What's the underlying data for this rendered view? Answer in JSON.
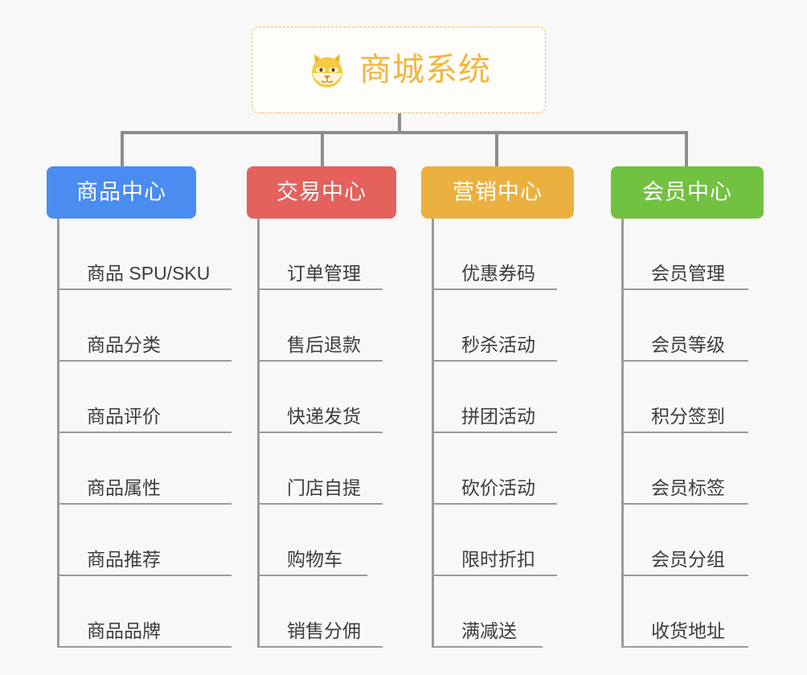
{
  "diagram": {
    "type": "org-chart",
    "title": "商城系统",
    "background_color": "#f8f8f8",
    "root": {
      "label": "商城系统",
      "icon": "shiba-dog-face-icon",
      "text_color": "#f2b63c",
      "border_color": "#f0bd5a"
    },
    "categories": [
      {
        "label": "商品中心",
        "color": "#4a8cf0",
        "items": [
          "商品 SPU/SKU",
          "商品分类",
          "商品评价",
          "商品属性",
          "商品推荐",
          "商品品牌"
        ]
      },
      {
        "label": "交易中心",
        "color": "#e4615c",
        "items": [
          "订单管理",
          "售后退款",
          "快递发货",
          "门店自提",
          "购物车",
          "销售分佣"
        ]
      },
      {
        "label": "营销中心",
        "color": "#eab141",
        "items": [
          "优惠券码",
          "秒杀活动",
          "拼团活动",
          "砍价活动",
          "限时折扣",
          "满减送"
        ]
      },
      {
        "label": "会员中心",
        "color": "#72c140",
        "items": [
          "会员管理",
          "会员等级",
          "积分签到",
          "会员标签",
          "会员分组",
          "收货地址"
        ]
      }
    ],
    "connector_color": "#8d8d8d",
    "leaf_line_color": "#9a9a9a",
    "leaf_text_color": "#3d3d3d"
  }
}
